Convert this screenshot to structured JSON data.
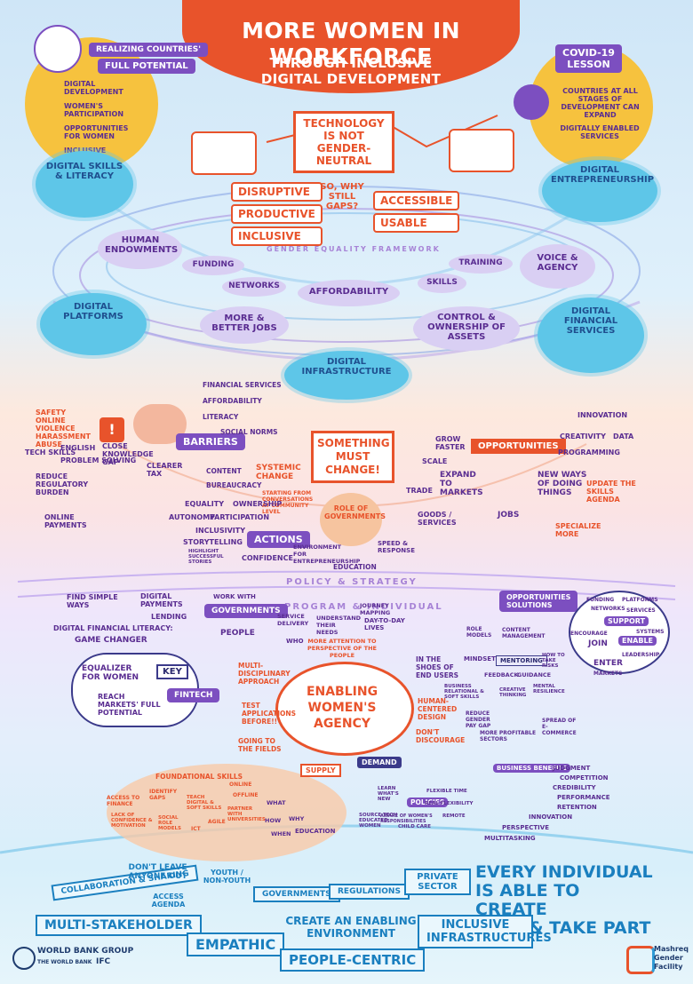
{
  "header": {
    "title": "MORE WOMEN IN WORKFORCE",
    "subtitle_line1": "THROUGH INCLUSIVE",
    "subtitle_line2": "DIGITAL DEVELOPMENT"
  },
  "top_left": {
    "badge1": "REALIZING COUNTRIES'",
    "badge2": "FULL POTENTIAL",
    "items": [
      "DIGITAL DEVELOPMENT",
      "WOMEN'S PARTICIPATION",
      "OPPORTUNITIES FOR WOMEN",
      "INCLUSIVE GROWTH"
    ]
  },
  "top_right": {
    "title1": "COVID-19",
    "title2": "LESSON",
    "text1": "COUNTRIES AT ALL STAGES OF DEVELOPMENT CAN EXPAND",
    "text2": "DIGITALLY ENABLED SERVICES"
  },
  "tech": {
    "statement": "TECHNOLOGY IS NOT GENDER-NEUTRAL",
    "left_words": [
      "DISRUPTIVE",
      "PRODUCTIVE",
      "INCLUSIVE"
    ],
    "question": "SO, WHY STILL GAPS?",
    "right_words": [
      "ACCESSIBLE",
      "USABLE"
    ]
  },
  "framework": {
    "caption": "GENDER EQUALITY FRAMEWORK",
    "pillars": [
      "DIGITAL SKILLS & LITERACY",
      "DIGITAL ENTREPRENEURSHIP",
      "DIGITAL PLATFORMS",
      "DIGITAL FINANCIAL SERVICES",
      "DIGITAL INFRASTRUCTURE"
    ],
    "nodes": [
      "HUMAN ENDOWMENTS",
      "FUNDING",
      "TRAINING",
      "VOICE & AGENCY",
      "NETWORKS",
      "AFFORDABILITY",
      "SKILLS",
      "MORE & BETTER JOBS",
      "CONTROL & OWNERSHIP OF ASSETS"
    ]
  },
  "policy": {
    "safety": [
      "SAFETY",
      "ONLINE VIOLENCE",
      "HARASSMENT",
      "ABUSE"
    ],
    "skills": [
      "TECH SKILLS",
      "ENGLISH",
      "PROBLEM SOLVING",
      "CLOSE KNOWLEDGE GAP"
    ],
    "barriers_label": "BARRIERS",
    "barriers": [
      "FINANCIAL SERVICES",
      "AFFORDABILITY",
      "LITERACY",
      "SOCIAL NORMS",
      "CONTENT",
      "BUREAUCRACY"
    ],
    "misc": [
      "REDUCE REGULATORY BURDEN",
      "CLEARER TAX",
      "ONLINE PAYMENTS"
    ],
    "systemic": "SYSTEMIC CHANGE",
    "systemic_note": "STARTING FROM CONVERSATIONS AT COMMUNITY LEVEL",
    "actions_label": "ACTIONS",
    "actions": [
      "EQUALITY",
      "OWNERSHIP",
      "AUTONOMY",
      "PARTICIPATION",
      "INCLUSIVITY",
      "STORYTELLING",
      "CONFIDENCE"
    ],
    "storytelling_note": "HIGHLIGHT SUCCESSFUL STORIES",
    "center": "SOMETHING MUST CHANGE!",
    "role": "ROLE OF GOVERNMENTS",
    "role_items": [
      "ENVIRONMENT FOR ENTREPRENEURSHIP",
      "SPEED & RESPONSE",
      "EDUCATION"
    ],
    "opps_label": "OPPORTUNITIES",
    "opps": [
      "GROW FASTER",
      "SCALE",
      "EXPAND TO MARKETS",
      "NEW WAYS OF DOING THINGS",
      "TRADE",
      "GOODS / SERVICES",
      "JOBS",
      "SPECIALIZE MORE"
    ],
    "innovation": [
      "INNOVATION",
      "CREATIVITY",
      "DATA",
      "PROGRAMMING"
    ],
    "update": "UPDATE THE SKILLS AGENDA",
    "divider": "POLICY & STRATEGY"
  },
  "program": {
    "divider": "PROGRAM & INDIVIDUAL",
    "left": [
      "FIND SIMPLE WAYS",
      "DIGITAL PAYMENTS",
      "LENDING",
      "DIGITAL FINANCIAL LITERACY:",
      "GAME CHANGER",
      "WORK WITH",
      "GOVERNMENTS",
      "PEOPLE",
      "EQUALIZER FOR WOMEN",
      "KEY",
      "FINTECH",
      "REACH MARKETS' FULL POTENTIAL"
    ],
    "center": "ENABLING WOMEN'S AGENCY",
    "center_top": [
      "SERVICE DELIVERY",
      "UNDERSTAND THEIR NEEDS",
      "JOURNEY MAPPING",
      "DAY-TO-DAY LIVES",
      "WHO",
      "MORE ATTENTION TO PERSPECTIVE OF THE PEOPLE"
    ],
    "center_sides": [
      "MULTI-DISCIPLINARY APPROACH",
      "TEST APPLICATIONS BEFORE!!",
      "GOING TO THE FIELDS",
      "IN THE SHOES OF END USERS",
      "HUMAN-CENTERED DESIGN",
      "DON'T DISCOURAGE"
    ],
    "right_top": [
      "OPPORTUNITIES",
      "SOLUTIONS",
      "FUNDING",
      "NETWORKS",
      "PLATFORMS",
      "SERVICES",
      "SUPPORT",
      "SYSTEMS",
      "ENCOURAGE",
      "JOIN",
      "ENABLE",
      "LEADERSHIP",
      "ENTER",
      "MARKETS"
    ],
    "right_mid": [
      "ROLE MODELS",
      "CONTENT MANAGEMENT",
      "MINDSET",
      "MENTORING",
      "HOW TO TAKE RISKS",
      "FEEDBACK",
      "GUIDANCE",
      "BUSINESS RELATIONAL & SOFT SKILLS",
      "CREATIVE THINKING",
      "MENTAL RESILIENCE",
      "REDUCE GENDER PAY GAP",
      "MORE PROFITABLE SECTORS",
      "SPREAD OF E-COMMERCE"
    ]
  },
  "bottom": {
    "foundational": "FOUNDATIONAL SKILLS",
    "found_items": [
      "ACCESS TO FINANCE",
      "IDENTIFY GAPS",
      "TEACH DIGITAL & SOFT SKILLS",
      "ONLINE",
      "OFFLINE",
      "LACK OF CONFIDENCE & MOTIVATION",
      "SOCIAL ROLE MODELS",
      "ICT",
      "AGILE",
      "PARTNER WITH UNIVERSITIES"
    ],
    "supply": "SUPPLY",
    "demand": "DEMAND",
    "wh": [
      "WHAT",
      "HOW",
      "WHY",
      "WHEN",
      "EDUCATION"
    ],
    "policies": "POLICIES",
    "policy_items": [
      "LEARN WHAT'S NEW",
      "SOURCE TECH EDUCATED WOMEN",
      "AWARE OF WOMEN'S RESPONSIBILITIES",
      "CHILD CARE",
      "FLEXIBLE TIME",
      "REAL FLEXIBILITY",
      "REMOTE"
    ],
    "business_benefits": "BUSINESS BENEFITS",
    "benefits": [
      "JUDGMENT",
      "COMPETITION",
      "CREDIBILITY",
      "PERFORMANCE",
      "RETENTION",
      "INNOVATION",
      "PERSPECTIVE",
      "MULTITASKING"
    ],
    "row1": [
      "COLLABORATION & SHARING",
      "DON'T LEAVE ANYONE OUT",
      "ACCESS AGENDA",
      "YOUTH / NON-YOUTH",
      "GOVERNMENTS",
      "REGULATIONS",
      "PRIVATE SECTOR"
    ],
    "big_statement1": "EVERY INDIVIDUAL",
    "big_statement2": "IS ABLE TO CREATE",
    "big_statement3": "& TAKE PART",
    "row2": [
      "MULTI-STAKEHOLDER",
      "EMPATHIC",
      "CREATE AN ENABLING ENVIRONMENT",
      "PEOPLE-CENTRIC",
      "INCLUSIVE INFRASTRUCTURES"
    ]
  },
  "logos": {
    "wbg": "WORLD BANK GROUP",
    "wb": "THE WORLD BANK",
    "ifc": "IFC",
    "mashreq1": "Mashreq",
    "mashreq2": "Gender",
    "mashreq3": "Facility"
  }
}
